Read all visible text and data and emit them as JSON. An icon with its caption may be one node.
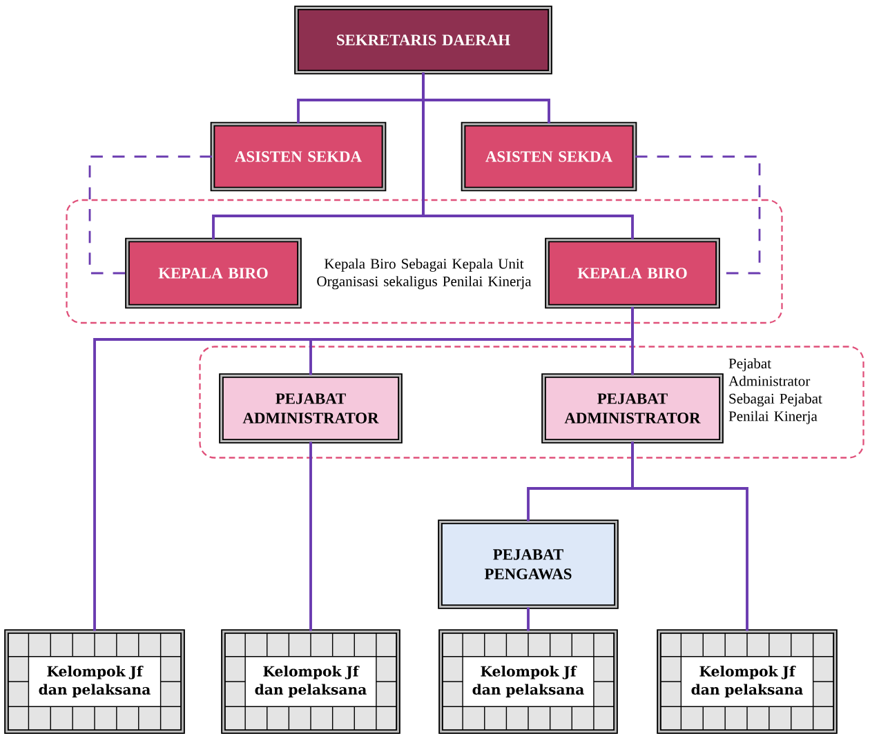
{
  "diagram": {
    "nodes": [
      {
        "text": [
          "SEKRETARIS DAERAH"
        ]
      },
      {
        "text": [
          "ASISTEN SEKDA"
        ]
      },
      {
        "text": [
          "ASISTEN SEKDA"
        ]
      },
      {
        "text": [
          "Kepala Biro Sebagai Kepala Unit Organisasi sekaligus Penilai Kinerja"
        ]
      },
      {
        "text": [
          "KEPALA BIRO"
        ],
        "in": 3
      },
      {
        "text": [
          "KEPALA BIRO"
        ],
        "in": 3
      },
      {
        "text": [
          "Pejabat Administrator Sebagai Pejabat Penilai Kinerja"
        ]
      },
      {
        "text": [
          "PEJABAT ADMINISTRATOR"
        ],
        "in": 6
      },
      {
        "text": [
          "PEJABAT ADMINISTRATOR"
        ],
        "in": 6
      },
      {
        "text": [
          "PEJABAT PENGAWAS"
        ]
      },
      {
        "text": [
          "Kelompok Jf dan pelaksana"
        ]
      },
      {
        "text": [
          "Kelompok Jf dan pelaksana"
        ]
      },
      {
        "text": [
          "Kelompok Jf dan pelaksana"
        ]
      },
      {
        "text": [
          "Kelompok Jf dan pelaksana"
        ]
      }
    ],
    "edges": [
      {
        "from": 0,
        "to": 1,
        "arrow": "none"
      },
      {
        "from": 0,
        "to": 2,
        "arrow": "none"
      },
      {
        "from": 0,
        "to": 4,
        "arrow": "none"
      },
      {
        "from": 0,
        "to": 5,
        "arrow": "none"
      },
      {
        "from": 1,
        "to": 4,
        "arrow": "none",
        "style": "dashed"
      },
      {
        "from": 2,
        "to": 5,
        "arrow": "none",
        "style": "dashed"
      },
      {
        "from": 5,
        "to": 10,
        "arrow": "none"
      },
      {
        "from": 5,
        "to": 7,
        "arrow": "none"
      },
      {
        "from": 5,
        "to": 8,
        "arrow": "none"
      },
      {
        "from": 7,
        "to": 11,
        "arrow": "none"
      },
      {
        "from": 8,
        "to": 9,
        "arrow": "none"
      },
      {
        "from": 8,
        "to": 13,
        "arrow": "none"
      },
      {
        "from": 9,
        "to": 12,
        "arrow": "none"
      }
    ]
  }
}
